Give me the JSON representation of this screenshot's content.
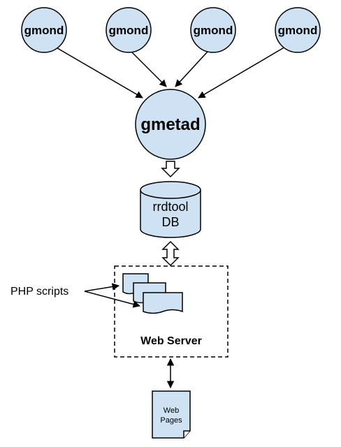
{
  "nodes": {
    "gmond_1": "gmond",
    "gmond_2": "gmond",
    "gmond_3": "gmond",
    "gmond_4": "gmond",
    "gmetad": "gmetad",
    "rrdtool_line1": "rrdtool",
    "rrdtool_line2": "DB",
    "web_server": "Web Server",
    "php_scripts": "PHP scripts",
    "web_pages_line1": "Web",
    "web_pages_line2": "Pages"
  },
  "colors": {
    "node_fill": "#cfe2f3",
    "stroke": "#000000",
    "background": "#ffffff"
  }
}
